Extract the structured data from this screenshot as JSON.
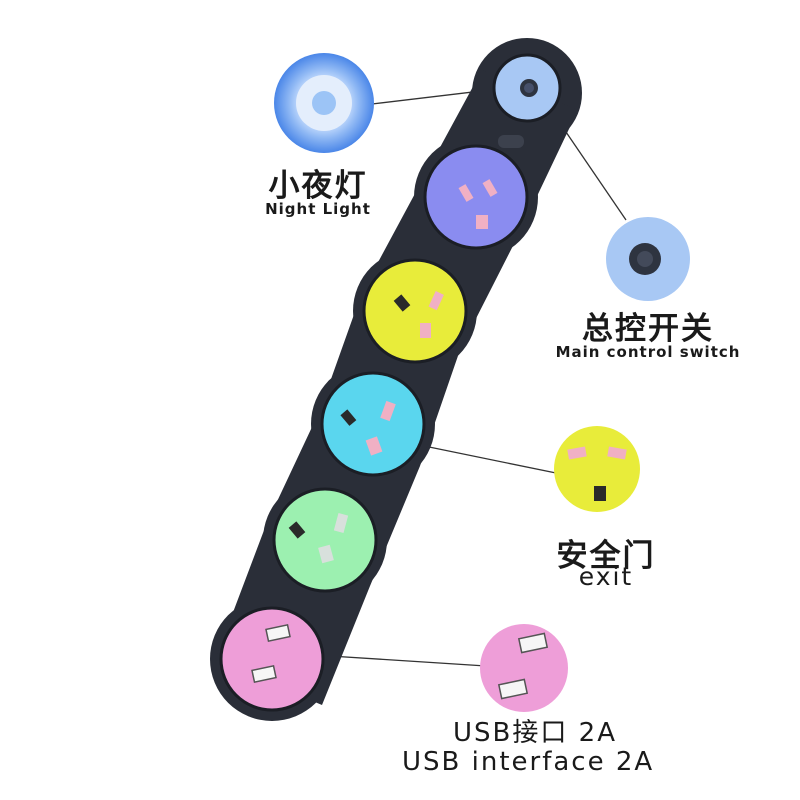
{
  "labels": {
    "night_light_cn": "小夜灯",
    "night_light_en": "Night Light",
    "main_switch_cn": "总控开关",
    "main_switch_en": "Main control switch",
    "exit_cn": "安全门",
    "exit_en": "exit",
    "usb_cn": "USB接口 2A",
    "usb_en": "USB interface 2A"
  },
  "colors": {
    "strip_body": "#2a2e38",
    "outlet_blue": "#8a8cf0",
    "outlet_yellow": "#e8ec3a",
    "outlet_cyan": "#5ad6ee",
    "outlet_green": "#9cf0b0",
    "outlet_pink": "#ee9ed8",
    "switch_light": "#a8c8f4",
    "pin_pink": "#f0b0c4"
  }
}
